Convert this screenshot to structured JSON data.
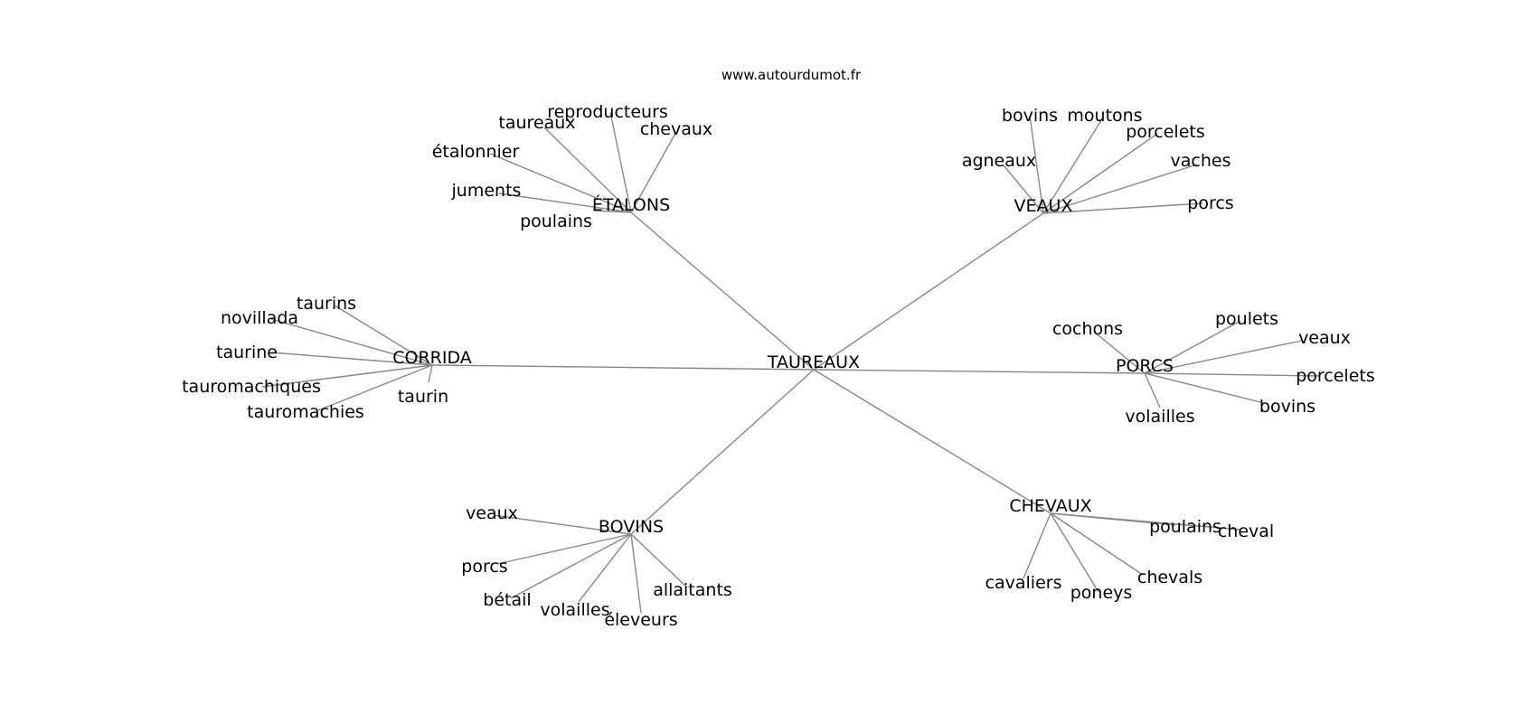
{
  "source": "www.autourdumot.fr",
  "colors": {
    "edge": "#888888",
    "text": "#000000",
    "background": "#ffffff"
  },
  "graph": {
    "root": "TAUREAUX",
    "clusters": [
      {
        "name": "ÉTALONS",
        "leaves": [
          "reproducteurs",
          "taureaux",
          "chevaux",
          "étalonnier",
          "juments",
          "poulains"
        ]
      },
      {
        "name": "VEAUX",
        "leaves": [
          "bovins",
          "moutons",
          "porcelets",
          "agneaux",
          "vaches",
          "porcs"
        ]
      },
      {
        "name": "CORRIDA",
        "leaves": [
          "taurins",
          "novillada",
          "taurine",
          "tauromachiques",
          "tauromachies",
          "taurin"
        ]
      },
      {
        "name": "PORCS",
        "leaves": [
          "cochons",
          "poulets",
          "veaux",
          "porcelets",
          "bovins",
          "volailles"
        ]
      },
      {
        "name": "BOVINS",
        "leaves": [
          "veaux",
          "porcs",
          "bétail",
          "volailles",
          "éleveurs",
          "allaitants"
        ]
      },
      {
        "name": "CHEVAUX",
        "leaves": [
          "poulains",
          "cheval",
          "cavaliers",
          "poneys",
          "chevals"
        ]
      }
    ]
  }
}
